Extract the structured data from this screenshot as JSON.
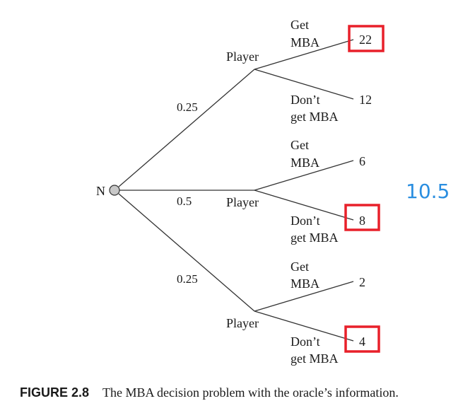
{
  "root_label": "N",
  "probabilities": [
    "0.25",
    "0.5",
    "0.25"
  ],
  "player_label": "Player",
  "branches": [
    {
      "upper_action": [
        "Get",
        "MBA"
      ],
      "upper_payoff": "22",
      "lower_action": [
        "Don’t",
        "get MBA"
      ],
      "lower_payoff": "12",
      "highlighted": "upper"
    },
    {
      "upper_action": [
        "Get",
        "MBA"
      ],
      "upper_payoff": "6",
      "lower_action": [
        "Don’t",
        "get MBA"
      ],
      "lower_payoff": "8",
      "highlighted": "lower"
    },
    {
      "upper_action": [
        "Get",
        "MBA"
      ],
      "upper_payoff": "2",
      "lower_action": [
        "Don’t",
        "get MBA"
      ],
      "lower_payoff": "4",
      "highlighted": "lower"
    }
  ],
  "expected_value": "10.5",
  "caption": {
    "label": "FIGURE 2.8",
    "text": "The MBA decision problem with the oracle’s information."
  },
  "colors": {
    "line": "#333333",
    "highlight_box": "#e8202a",
    "expected_value": "#2a8ee0",
    "node_fill": "#c8c8c8"
  }
}
